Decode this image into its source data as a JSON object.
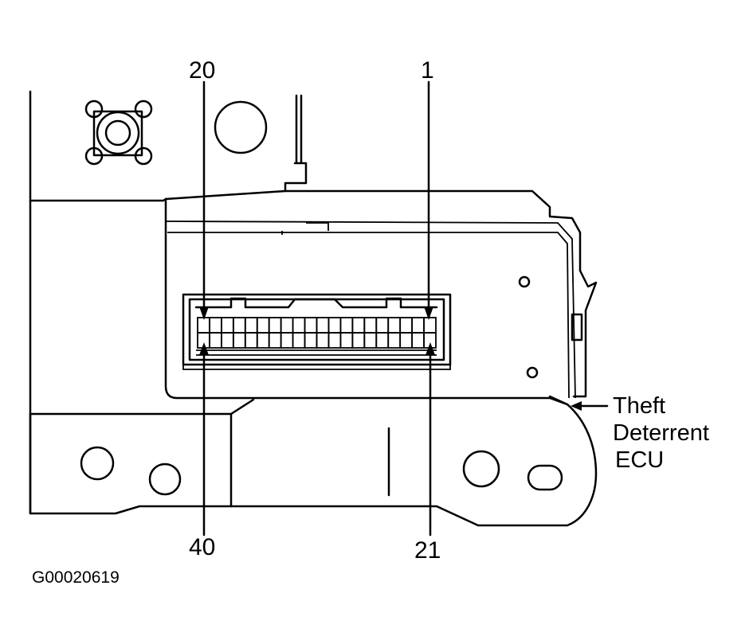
{
  "labels": {
    "pin_20": "20",
    "pin_1": "1",
    "pin_40": "40",
    "pin_21": "21",
    "callout_line1": "Theft",
    "callout_line2": "Deterrent",
    "callout_line3": "ECU",
    "figure_id": "G00020619"
  },
  "connector": {
    "pins_per_row": 20,
    "rows": 2
  }
}
